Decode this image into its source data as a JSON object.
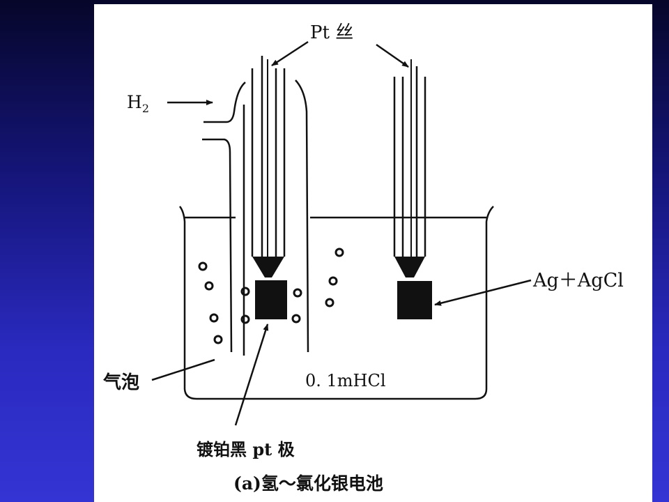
{
  "diagram": {
    "labels": {
      "pt_wire": "Pt 丝",
      "h2": "H",
      "h2_sub": "2",
      "ag_agcl": "Ag＋AgCl",
      "bubbles": "气泡",
      "hcl": "0. 1mHCl",
      "platinized_electrode": "镀铂黑 pt 极",
      "caption": "(a)氢～氯化银电池"
    },
    "colors": {
      "background": "#1e1e9a",
      "panel": "#ffffff",
      "ink": "#111111"
    }
  }
}
